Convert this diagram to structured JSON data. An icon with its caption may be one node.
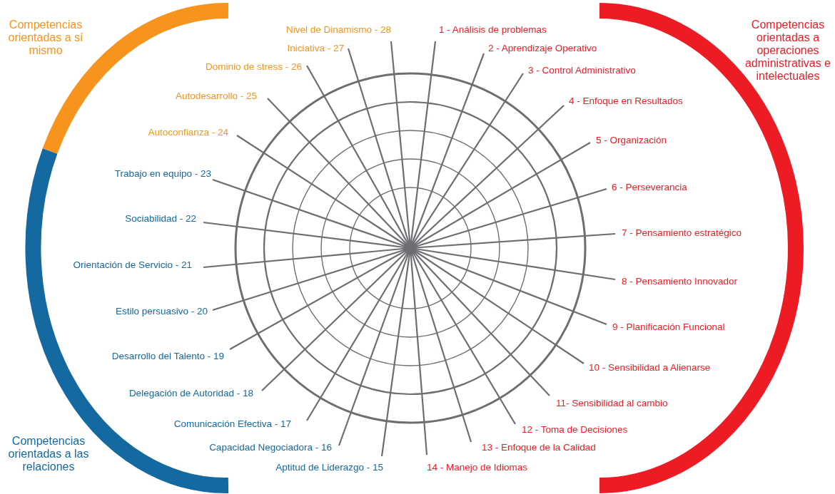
{
  "diagram": {
    "labels": [
      "Competencias orientadas a sí mismo",
      "Competencias orientadas a operaciones administrativas e intelectuales",
      "1 - Análisis de problemas",
      "2 - Aprendizaje Operativo",
      "3 - Control Administrativo",
      "4 - Enfoque en Resultados",
      "5 - Organización",
      "6 - Perseverancia",
      "7 - Pensamiento estratégico",
      "8 - Pensamiento Innovador",
      "9 - Planificación Funcional",
      "10 - Sensibilidad a Alienarse",
      "11- Sensibilidad al cambio",
      "12 - Toma de Decisiones",
      "13 - Enfoque de la Calidad",
      "14 - Manejo de Idiomas",
      "Aptitud de Liderazgo - 15",
      "Capacidad Negociadora - 16",
      "Comunicación Efectiva - 17",
      "Delegación de Autoridad - 18",
      "Desarrollo del Talento - 19",
      "Estilo persuasivo - 20",
      "Orientación de Servicio - 21",
      "Sociabilidad - 22",
      "Trabajo en equipo - 23",
      "Autoconfianza - 24",
      "Autodesarrollo - 25",
      "Dominio de stress - 26",
      "Iniciativa - 27",
      "Nivel de Dinamismo - 28",
      "Competencias orientadas a las relaciones"
    ]
  }
}
